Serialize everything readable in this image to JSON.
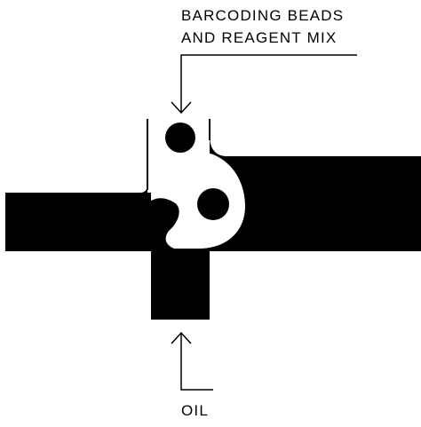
{
  "labels": {
    "inlet_top_line1": "BARCODING BEADS",
    "inlet_top_line2": "AND REAGENT MIX",
    "inlet_bottom": "OIL"
  },
  "colors": {
    "channel": "#000000",
    "droplet": "#ffffff",
    "bead": "#000000",
    "arrow": "#000000",
    "background": "#ffffff"
  },
  "icons": {
    "top_arrow": "arrow-down-icon",
    "bottom_arrow": "arrow-up-icon"
  }
}
